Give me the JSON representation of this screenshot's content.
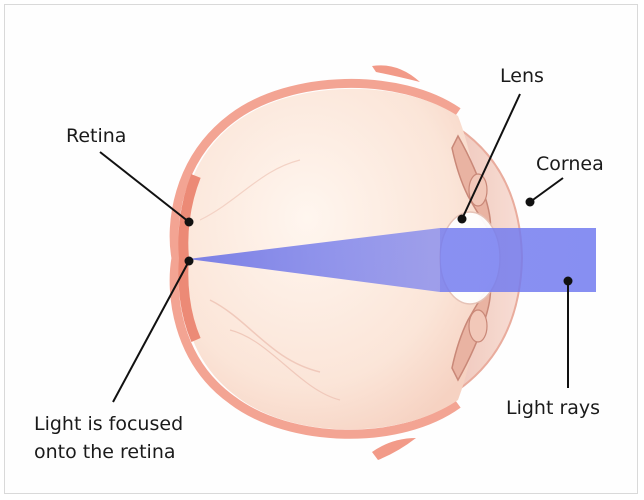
{
  "labels": {
    "retina": "Retina",
    "lens": "Lens",
    "cornea": "Cornea",
    "light_rays": "Light rays",
    "focused_line1": "Light is focused",
    "focused_line2": "onto the retina"
  },
  "colors": {
    "sclera": "#f4a594",
    "eyeball_fill": "#fbe6da",
    "light_ray": "#6b74ee",
    "leader": "#111111"
  }
}
